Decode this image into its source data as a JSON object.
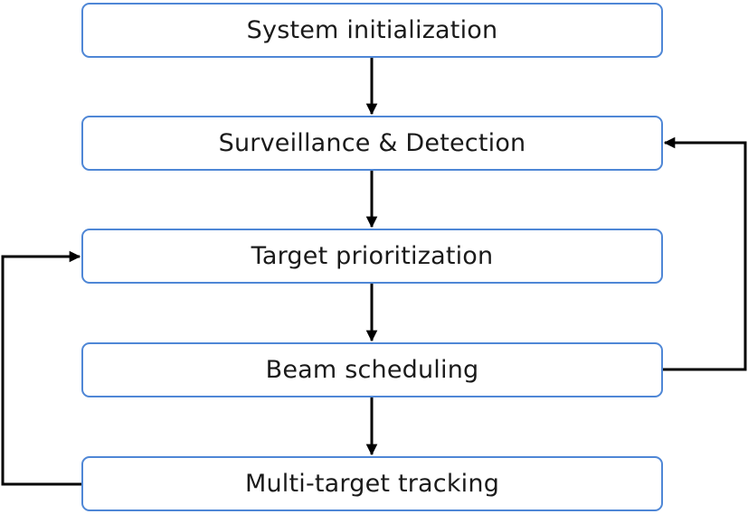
{
  "diagram": {
    "steps": [
      "System initialization",
      "Surveillance & Detection",
      "Target prioritization",
      "Beam scheduling",
      "Multi-target tracking"
    ],
    "connections": [
      {
        "from": "System initialization",
        "to": "Surveillance & Detection"
      },
      {
        "from": "Surveillance & Detection",
        "to": "Target prioritization"
      },
      {
        "from": "Target prioritization",
        "to": "Beam scheduling"
      },
      {
        "from": "Beam scheduling",
        "to": "Multi-target tracking"
      },
      {
        "from": "Beam scheduling",
        "to": "Surveillance & Detection"
      },
      {
        "from": "Multi-target tracking",
        "to": "Target prioritization"
      }
    ],
    "colors": {
      "box_border": "#4f87d6",
      "arrow": "#000000",
      "text": "#1a1a1a"
    }
  }
}
